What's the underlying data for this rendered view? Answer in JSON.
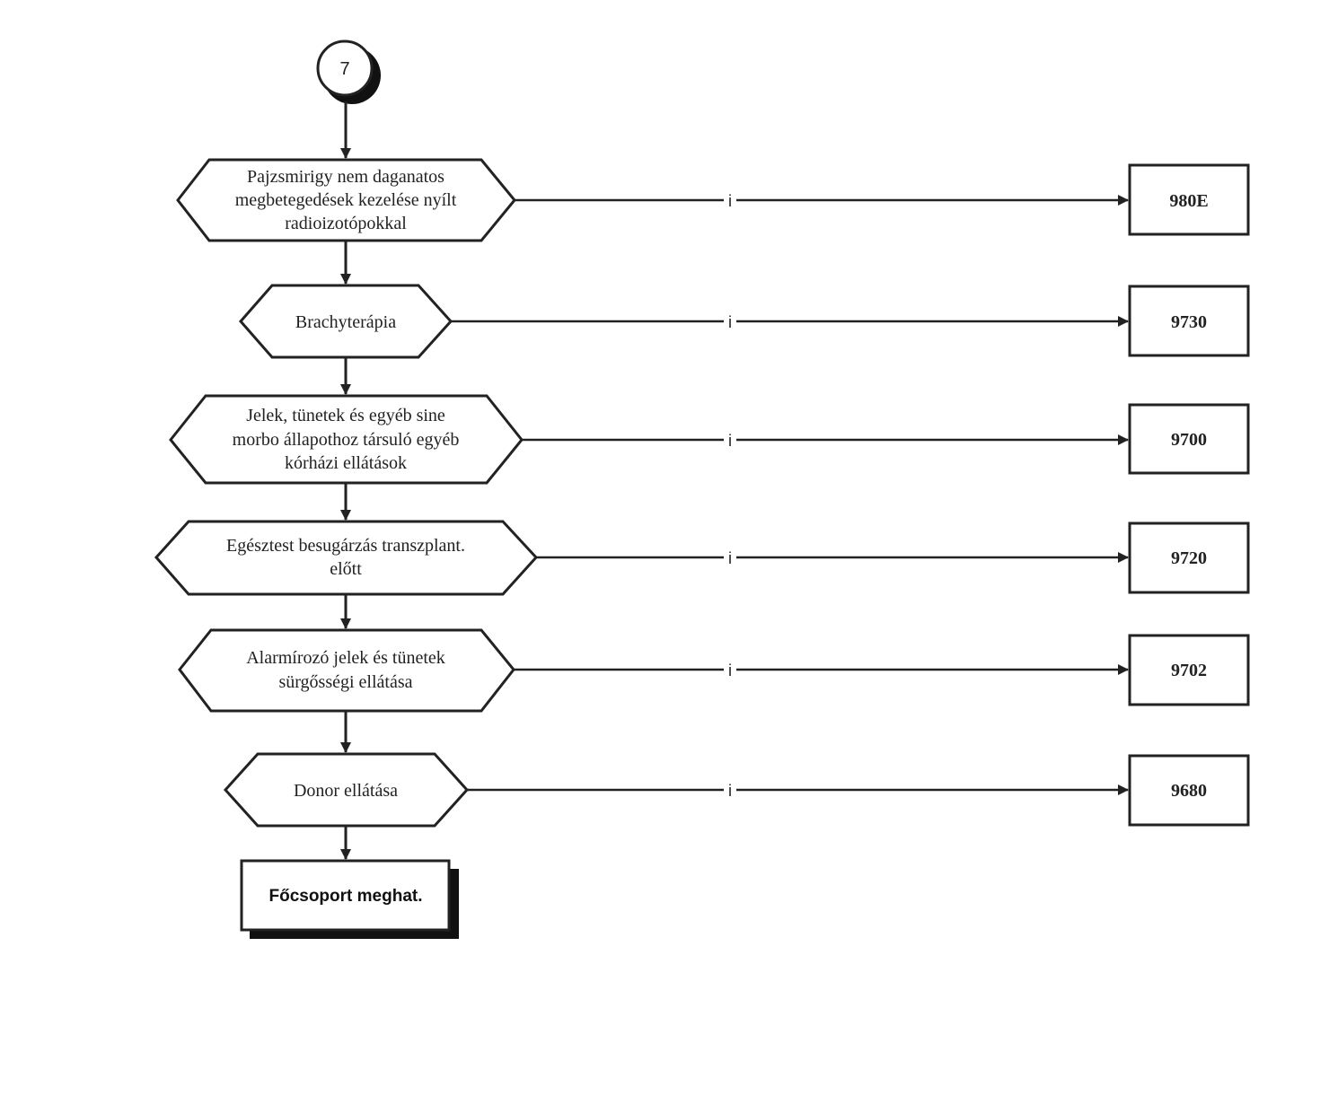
{
  "connector": {
    "label": "7"
  },
  "steps": [
    {
      "lines": [
        "Pajzsmirigy nem daganatos",
        "megbetegedések kezelése nyílt",
        "radioizotópokkal"
      ],
      "branch_label": "i",
      "target": "980E"
    },
    {
      "lines": [
        "Brachyterápia"
      ],
      "branch_label": "i",
      "target": "9730"
    },
    {
      "lines": [
        "Jelek, tünetek és egyéb sine",
        "morbo állapothoz társuló egyéb",
        "kórházi ellátások"
      ],
      "branch_label": "i",
      "target": "9700"
    },
    {
      "lines": [
        "Egésztest besugárzás transzplant.",
        "előtt"
      ],
      "branch_label": "i",
      "target": "9720"
    },
    {
      "lines": [
        "Alarmírozó jelek és tünetek",
        "sürgősségi ellátása"
      ],
      "branch_label": "i",
      "target": "9702"
    },
    {
      "lines": [
        "Donor ellátása"
      ],
      "branch_label": "i",
      "target": "9680"
    }
  ],
  "end_box": {
    "label": "Főcsoport meghat."
  },
  "colors": {
    "stroke": "#222222",
    "fill": "#ffffff"
  }
}
